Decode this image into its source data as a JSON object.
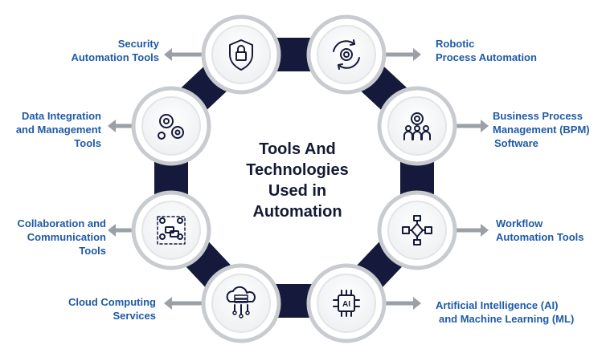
{
  "center_title": [
    "Tools And",
    "Technologies",
    "Used in",
    "Automation"
  ],
  "colors": {
    "ring": "#151a3c",
    "label": "#1f5aa6",
    "arrow": "#9aa0a6",
    "circle_border": "#c8cbcf",
    "circle_fill": "#ffffff",
    "icon": "#151a3c"
  },
  "nodes": [
    {
      "id": "security",
      "icon": "shield-lock-icon",
      "label": [
        "Security",
        "Automation Tools"
      ],
      "side": "left"
    },
    {
      "id": "rpa",
      "icon": "gear-refresh-icon",
      "label": [
        "Robotic",
        "Process Automation"
      ],
      "side": "right"
    },
    {
      "id": "bpm",
      "icon": "people-gear-icon",
      "label": [
        "Business Process",
        "Management (BPM)",
        "Software"
      ],
      "side": "right"
    },
    {
      "id": "workflow",
      "icon": "flowchart-icon",
      "label": [
        "Workflow",
        "Automation Tools"
      ],
      "side": "right"
    },
    {
      "id": "ai",
      "icon": "ai-chip-icon",
      "label": [
        "Artificial Intelligence (AI)",
        "and Machine Learning (ML)"
      ],
      "side": "right"
    },
    {
      "id": "cloud",
      "icon": "cloud-server-icon",
      "label": [
        "Cloud Computing",
        "Services"
      ],
      "side": "left"
    },
    {
      "id": "collab",
      "icon": "chat-people-icon",
      "label": [
        "Collaboration and",
        "Communication",
        "Tools"
      ],
      "side": "left"
    },
    {
      "id": "data",
      "icon": "gears-icon",
      "label": [
        "Data Integration",
        "and Management",
        "Tools"
      ],
      "side": "left"
    }
  ]
}
